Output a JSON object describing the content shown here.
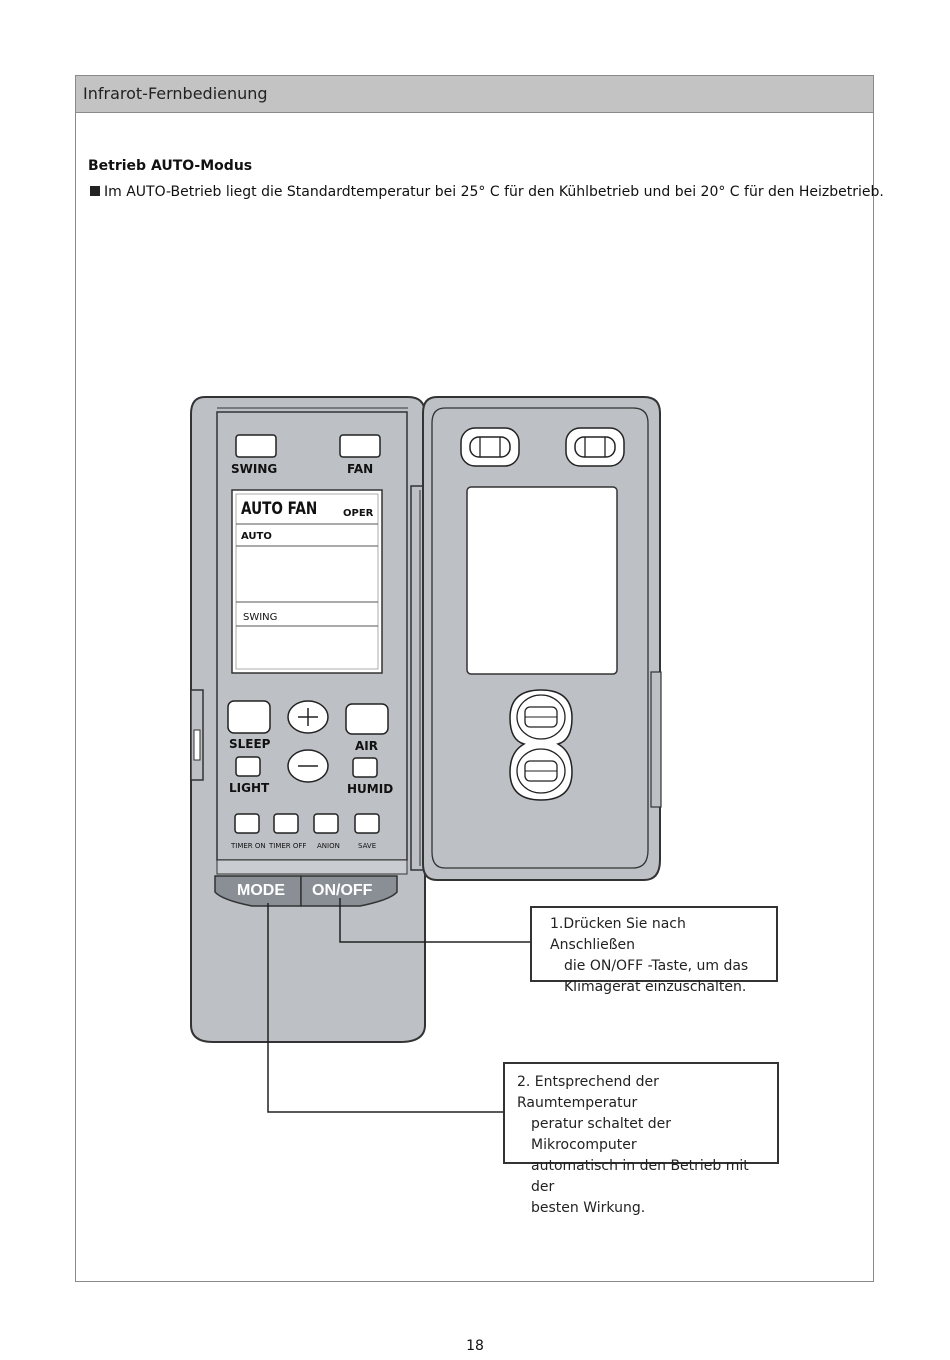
{
  "header": {
    "title": "Infrarot-Fernbedienung"
  },
  "section": {
    "title": "Betrieb AUTO-Modus",
    "bullet": "Im AUTO-Betrieb liegt die Standardtemperatur bei 25° C für den Kühlbetrieb und bei 20° C für den Heizbetrieb."
  },
  "remote": {
    "buttons": {
      "swing": "SWING",
      "fan": "FAN",
      "sleep": "SLEEP",
      "air": "AIR",
      "light": "LIGHT",
      "humid": "HUMID",
      "timer_on": "TIMER ON",
      "timer_off": "TIMER OFF",
      "anion": "ANION",
      "save": "SAVE",
      "mode": "MODE",
      "on_off": "ON/OFF"
    },
    "display": {
      "auto_fan": "AUTO FAN",
      "oper": "OPER",
      "auto": "AUTO",
      "swing": "SWING"
    }
  },
  "callouts": {
    "step1_line1": "1.Drücken Sie nach Anschließen",
    "step1_line2": "die ON/OFF -Taste, um das",
    "step1_line3": "Klimagerät einzuschalten.",
    "step2_line1": "2. Entsprechend der Raumtemperatur",
    "step2_line2": "peratur schaltet der Mikrocomputer",
    "step2_line3": "automatisch in den Betrieb mit der",
    "step2_line4": "besten Wirkung."
  },
  "footer": {
    "page_number": "18"
  }
}
